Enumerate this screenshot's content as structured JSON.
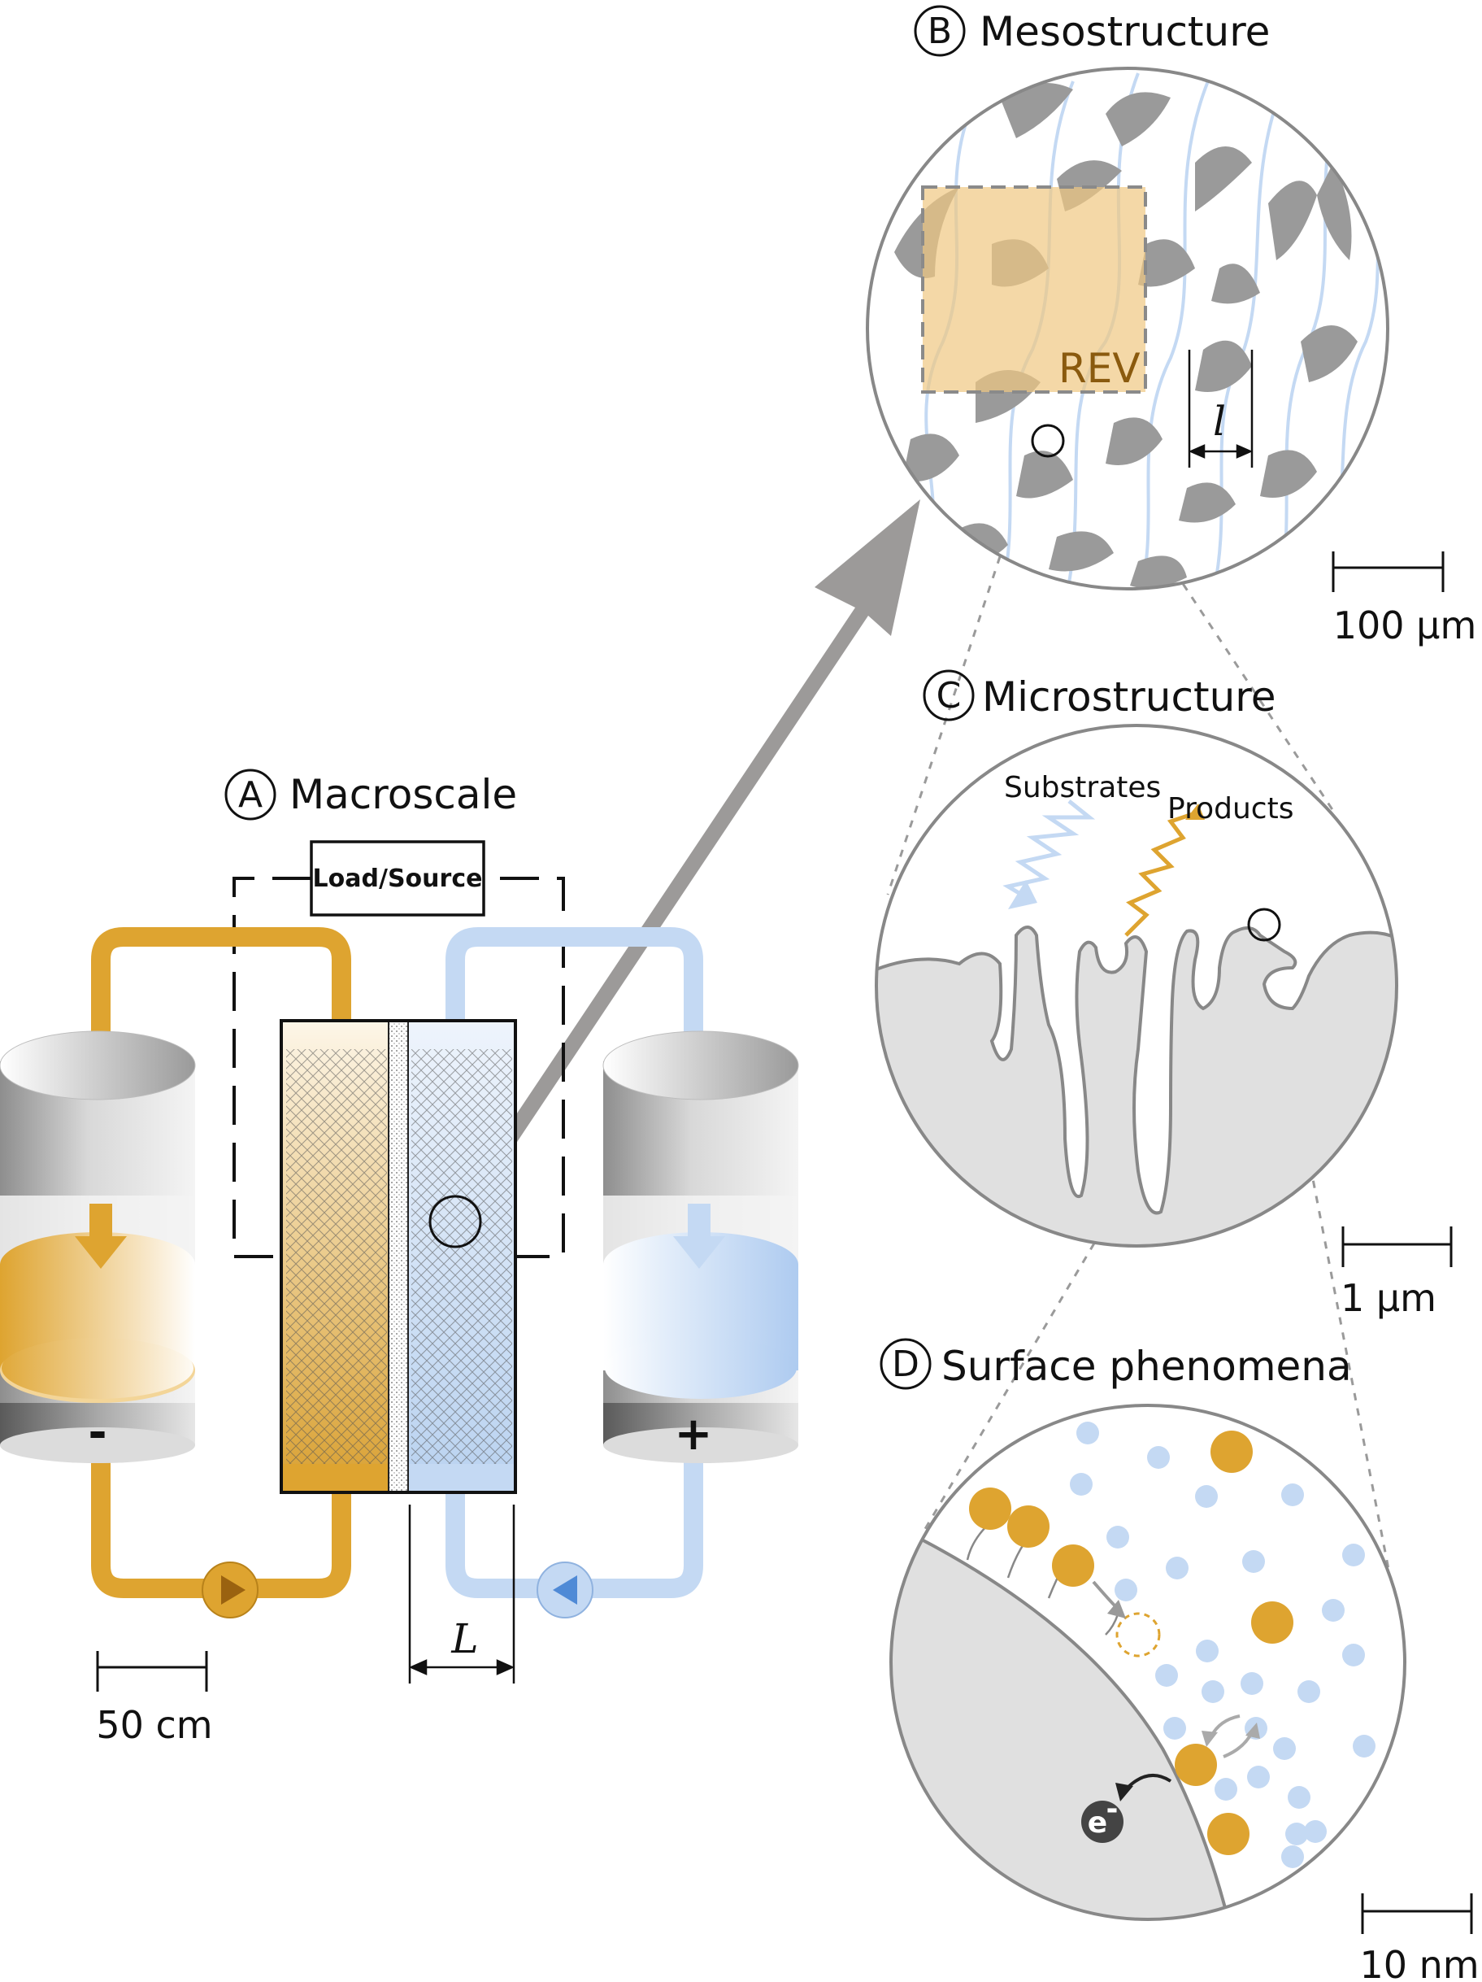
{
  "panels": {
    "a": {
      "letter": "A",
      "title": "Macroscale"
    },
    "b": {
      "letter": "B",
      "title": "Mesostructure"
    },
    "c": {
      "letter": "C",
      "title": "Microstructure"
    },
    "d": {
      "letter": "D",
      "title": "Surface phenomena"
    }
  },
  "macro": {
    "load_label": "Load/Source",
    "negative_sign": "-",
    "positive_sign": "+",
    "thickness_symbol": "L",
    "scale_label": "50 cm"
  },
  "meso": {
    "rev_label": "REV",
    "length_symbol": "l",
    "scale_label": "100 μm"
  },
  "micro": {
    "substrates_label": "Substrates",
    "products_label": "Products",
    "scale_label": "1 μm"
  },
  "surface": {
    "electron_base": "e",
    "electron_sup": "-",
    "scale_label": "10 nm"
  },
  "colors": {
    "negolyte": "#dea430",
    "posolyte": "#c4d9f3",
    "solid": "#e0e0e0",
    "fiber": "#9a9a9a",
    "outline": "#888888",
    "arrow": "#9c9a99"
  }
}
